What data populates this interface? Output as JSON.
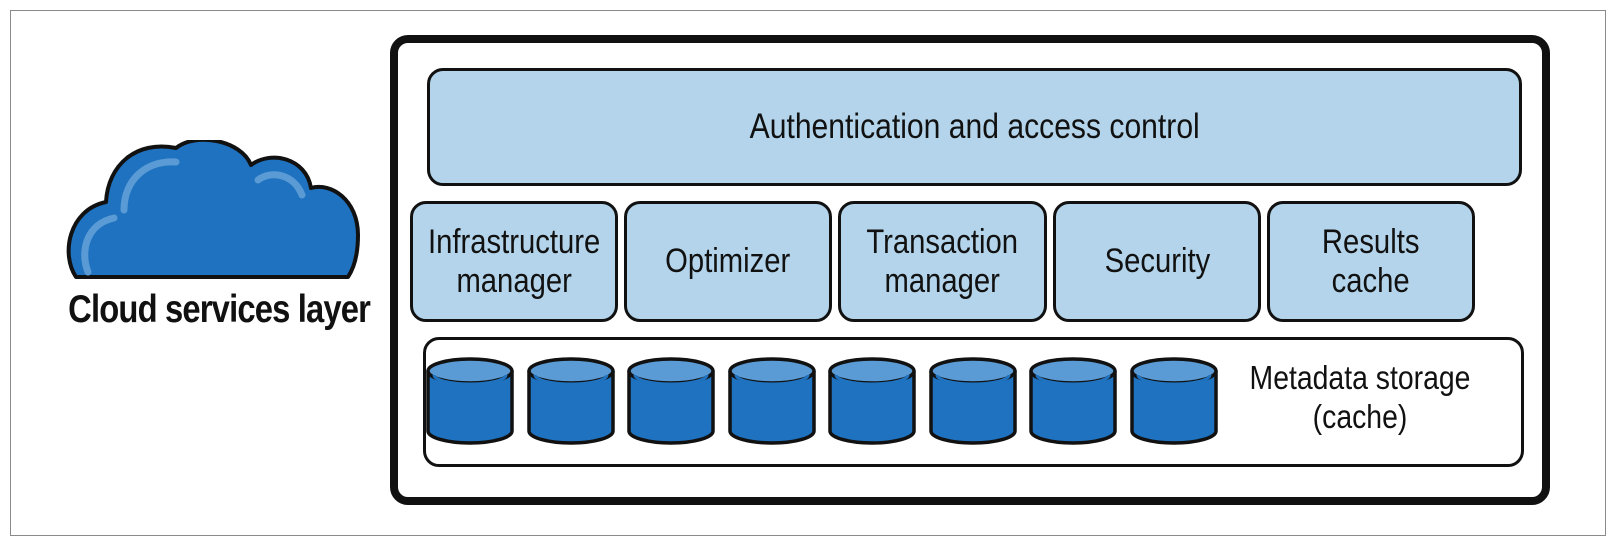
{
  "diagram": {
    "layer_label": "Cloud services layer",
    "top_box": "Authentication and access control",
    "components": [
      "Infrastructure\nmanager",
      "Optimizer",
      "Transaction\nmanager",
      "Security",
      "Results\ncache"
    ],
    "storage_label": "Metadata storage\n(cache)",
    "cylinder_count": 8
  },
  "colors": {
    "box_fill": "#b3d4ea",
    "cloud_blue": "#1f72bf",
    "cylinder_blue": "#1f72bf",
    "cylinder_top": "#5a9bd5",
    "outline": "#111111"
  }
}
